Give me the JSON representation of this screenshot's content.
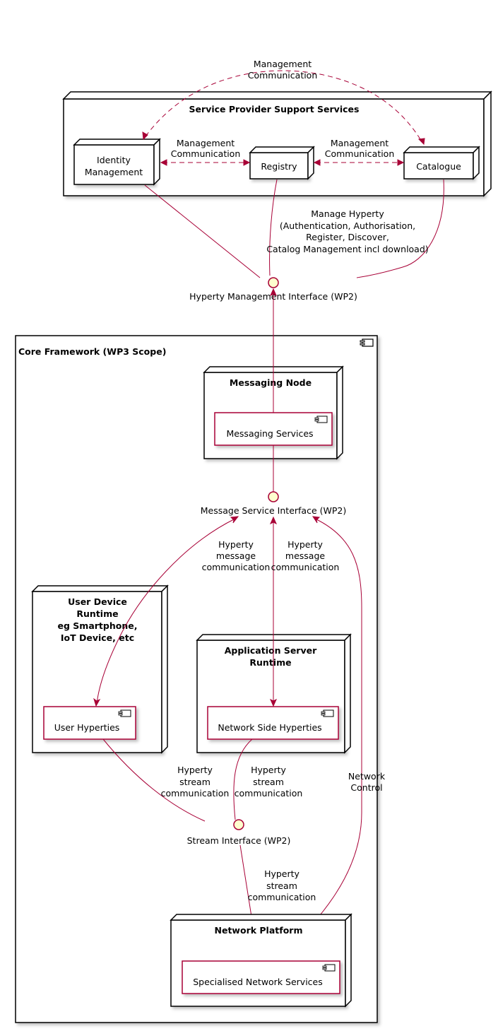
{
  "diagram": {
    "groups": {
      "sp_support": "Service Provider Support Services",
      "core_framework": "Core Framework (WP3 Scope)",
      "messaging_node": "Messaging Node",
      "user_device_runtime": [
        "User Device",
        "Runtime",
        "eg Smartphone,",
        "IoT Device, etc"
      ],
      "app_server_runtime": [
        "Application Server",
        "Runtime"
      ],
      "network_platform": "Network Platform"
    },
    "nodes": {
      "identity_mgmt": [
        "Identity",
        "Management"
      ],
      "registry": "Registry",
      "catalogue": "Catalogue"
    },
    "components": {
      "messaging_services": "Messaging Services",
      "user_hyperties": "User Hyperties",
      "network_side_hyperties": "Network Side Hyperties",
      "specialised_network_services": "Specialised Network Services"
    },
    "interfaces": {
      "hyperty_mgmt": "Hyperty Management Interface (WP2)",
      "message_service": "Message Service Interface (WP2)",
      "stream": "Stream Interface (WP2)"
    },
    "edge_labels": {
      "mgmt_top": [
        "Management",
        "Communication"
      ],
      "mgmt_left": [
        "Management",
        "Communication"
      ],
      "mgmt_right": [
        "Management",
        "Communication"
      ],
      "manage_hyperty": [
        "Manage Hyperty",
        "(Authentication, Authorisation,",
        "Register, Discover,",
        "Catalog Management incl download)"
      ],
      "msg_left": [
        "Hyperty",
        "message",
        "communication"
      ],
      "msg_center": [
        "Hyperty",
        "message",
        "communication"
      ],
      "stream_left": [
        "Hyperty",
        "stream",
        "communication"
      ],
      "stream_center": [
        "Hyperty",
        "stream",
        "communication"
      ],
      "stream_bottom": [
        "Hyperty",
        "stream",
        "communication"
      ],
      "network_control": [
        "Network",
        "Control"
      ]
    }
  }
}
